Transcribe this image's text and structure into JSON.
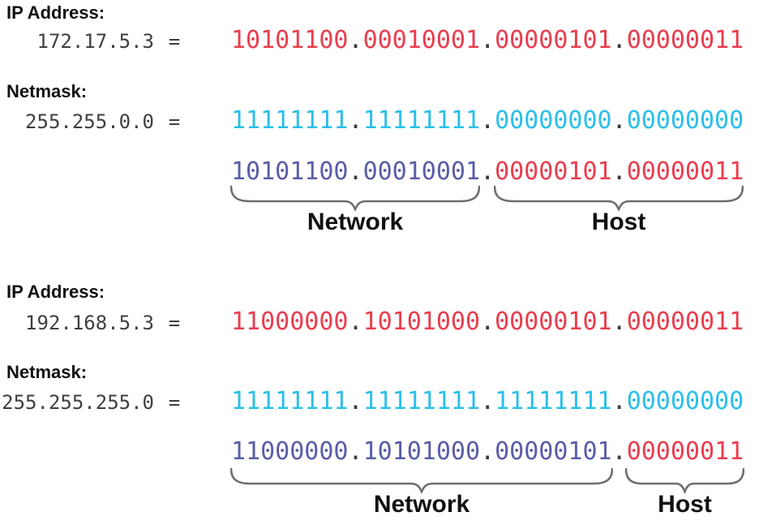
{
  "colors": {
    "ip_binary": "#e93e4f",
    "netmask_binary": "#2bbfe9",
    "network_part": "#5a5da6",
    "host_part": "#e93e4f",
    "separator": "#3a3a3a",
    "brace": "#6e6e6e",
    "text": "#3f3f3f",
    "heading": "#111111"
  },
  "sections": [
    {
      "ip_heading": "IP Address:",
      "ip_decimal": "172.17.5.3",
      "equals": "=",
      "ip_octets": [
        "10101100",
        "00010001",
        "00000101",
        "00000011"
      ],
      "netmask_heading": "Netmask:",
      "netmask_decimal": "255.255.0.0",
      "netmask_octets": [
        "11111111",
        "11111111",
        "00000000",
        "00000000"
      ],
      "split_octets": [
        "10101100",
        "00010001",
        "00000101",
        "00000011"
      ],
      "network_octet_count": 2,
      "network_label": "Network",
      "host_label": "Host"
    },
    {
      "ip_heading": "IP Address:",
      "ip_decimal": "192.168.5.3",
      "equals": "=",
      "ip_octets": [
        "11000000",
        "10101000",
        "00000101",
        "00000011"
      ],
      "netmask_heading": "Netmask:",
      "netmask_decimal": "255.255.255.0",
      "netmask_octets": [
        "11111111",
        "11111111",
        "11111111",
        "00000000"
      ],
      "split_octets": [
        "11000000",
        "10101000",
        "00000101",
        "00000011"
      ],
      "network_octet_count": 3,
      "network_label": "Network",
      "host_label": "Host"
    }
  ]
}
